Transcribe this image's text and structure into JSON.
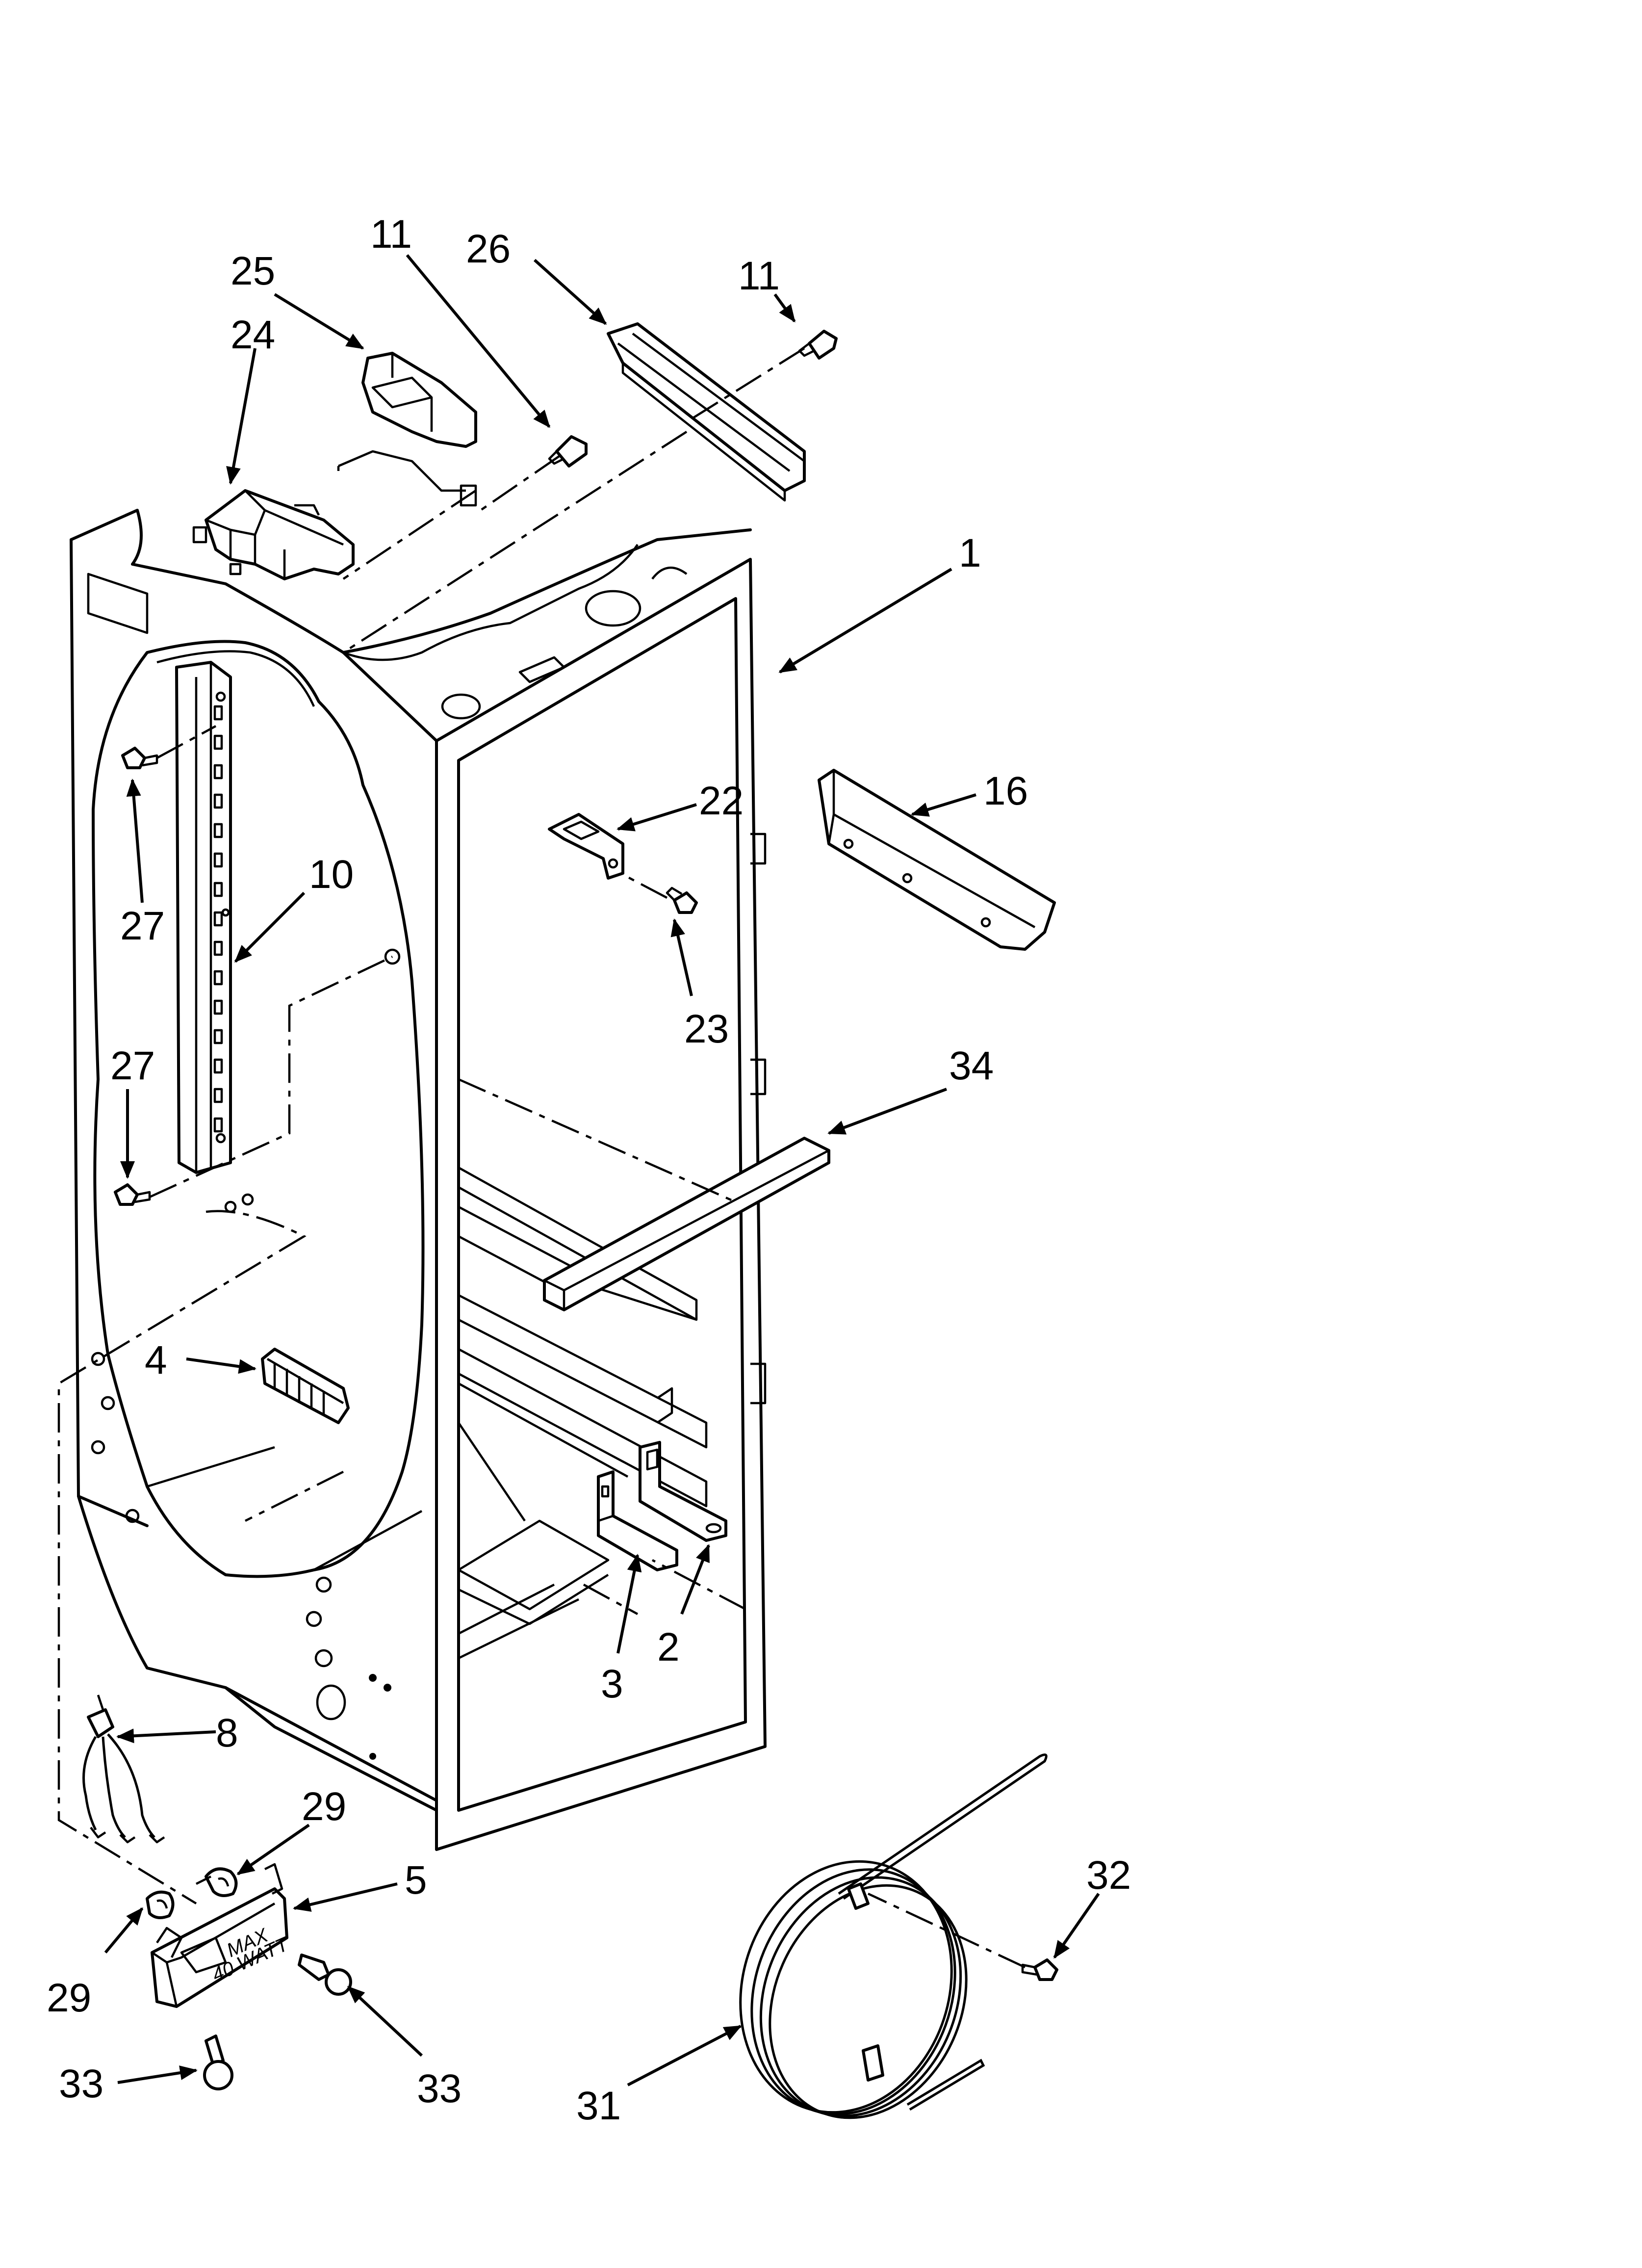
{
  "callouts": [
    {
      "id": "c11a",
      "label": "11"
    },
    {
      "id": "c26",
      "label": "26"
    },
    {
      "id": "c11b",
      "label": "11"
    },
    {
      "id": "c25",
      "label": "25"
    },
    {
      "id": "c24",
      "label": "24"
    },
    {
      "id": "c1",
      "label": "1"
    },
    {
      "id": "c22",
      "label": "22"
    },
    {
      "id": "c16",
      "label": "16"
    },
    {
      "id": "c27a",
      "label": "27"
    },
    {
      "id": "c10",
      "label": "10"
    },
    {
      "id": "c23",
      "label": "23"
    },
    {
      "id": "c27b",
      "label": "27"
    },
    {
      "id": "c34",
      "label": "34"
    },
    {
      "id": "c4",
      "label": "4"
    },
    {
      "id": "c3",
      "label": "3"
    },
    {
      "id": "c2",
      "label": "2"
    },
    {
      "id": "c8",
      "label": "8"
    },
    {
      "id": "c29a",
      "label": "29"
    },
    {
      "id": "c5",
      "label": "5"
    },
    {
      "id": "c32",
      "label": "32"
    },
    {
      "id": "c29b",
      "label": "29"
    },
    {
      "id": "c33a",
      "label": "33"
    },
    {
      "id": "c33b",
      "label": "33"
    },
    {
      "id": "c31",
      "label": "31"
    }
  ],
  "bulb_housing": {
    "line1": "MAX",
    "line2": "40 WATT"
  }
}
